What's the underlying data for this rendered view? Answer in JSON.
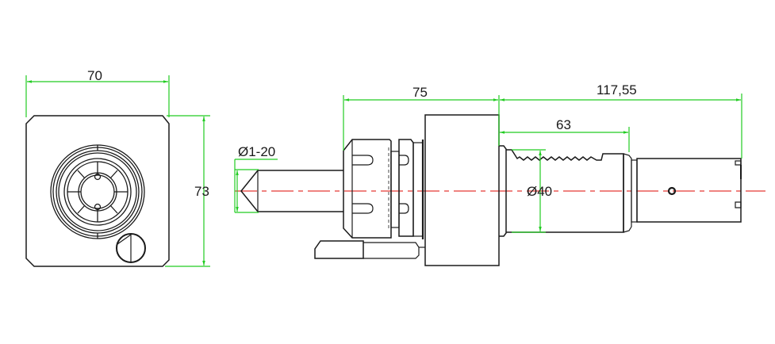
{
  "drawing": {
    "title": "Driven tool holder – technical drawing",
    "colors": {
      "outline": "#1a1a1a",
      "dimension": "#22cc22",
      "centerline": "#e53935",
      "background": "#ffffff"
    },
    "front_view": {
      "dimensions": {
        "width_label": "70",
        "height_label": "73"
      }
    },
    "side_view": {
      "dimensions": {
        "tool_diameter_label": "Ø1-20",
        "head_length_label": "75",
        "shank_total_label": "117,55",
        "serration_length_label": "63",
        "shank_diameter_label": "Ø40"
      }
    }
  }
}
